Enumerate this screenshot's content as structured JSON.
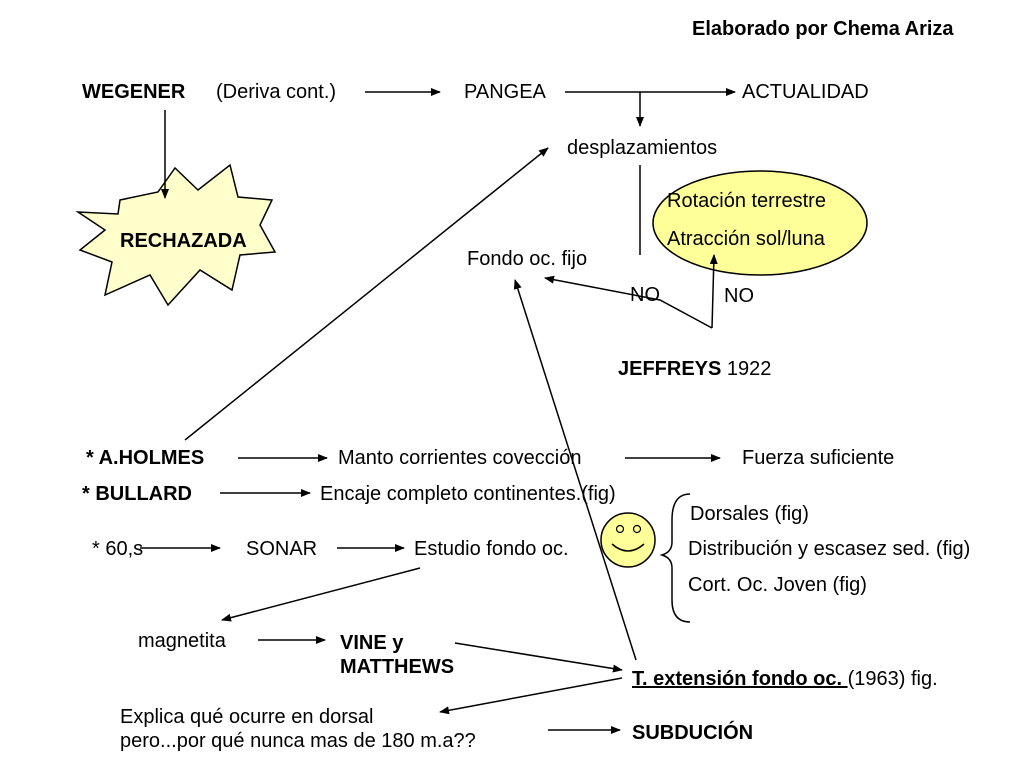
{
  "author": "Elaborado por Chema Ariza",
  "nodes": {
    "wegener": "WEGENER",
    "deriva": "(Deriva cont.)",
    "pangea": "PANGEA",
    "actualidad": "ACTUALIDAD",
    "desplazamientos": "desplazamientos",
    "rechazada": "RECHAZADA",
    "rotacion": "Rotación terrestre",
    "atraccion": "Atracción sol/luna",
    "fondo_fijo": "Fondo oc. fijo",
    "no_left": "NO",
    "no_right": "NO",
    "jeffreys": "JEFFREYS",
    "jeffreys_year": "1922",
    "holmes": "* A.HOLMES",
    "manto": "Manto corrientes covección",
    "fuerza": "Fuerza suficiente",
    "bullard": "* BULLARD",
    "encaje": "Encaje completo continentes.(fig)",
    "dorsales": "Dorsales  (fig)",
    "sesenta": "* 60,s",
    "sonar": "SONAR",
    "estudio": "Estudio fondo oc.",
    "distribucion": "Distribución y escasez sed. (fig)",
    "cort": "Cort. Oc. Joven (fig)",
    "magnetita": "magnetita",
    "vine1": "VINE y",
    "vine2": "MATTHEWS",
    "extension": "T. extensión fondo oc. ",
    "extension_year": "(1963)  fig.",
    "explica1": "Explica qué ocurre en dorsal",
    "explica2": "pero...por qué nunca mas de 180 m.a??",
    "subducion": "SUBDUCIÓN"
  },
  "colors": {
    "burst_fill": "#FFFFCC",
    "ellipse_fill": "#FFFF99",
    "smiley_fill": "#FFFF99",
    "line": "#000000"
  }
}
